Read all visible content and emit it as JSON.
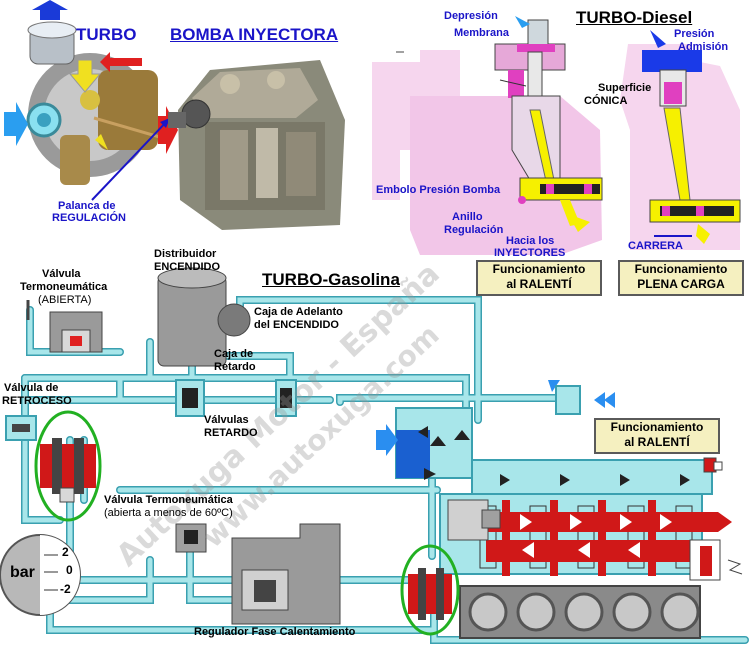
{
  "turbo_section": {
    "turbo_label": "TURBO",
    "bomba_label": "BOMBA INYECTORA",
    "palanca_line1": "Palanca de",
    "palanca_line2": "REGULACIÓN"
  },
  "diesel": {
    "title": "TURBO-Diesel",
    "depresion": "Depresión",
    "membrana": "Membrana",
    "presion": "Presión",
    "admision": "Admisión",
    "superficie": "Superficie",
    "conica": "CÓNICA",
    "embolo": "Embolo Presión Bomba",
    "anillo": "Anillo",
    "regulacion": "Regulación",
    "hacia": "Hacia los",
    "inyectores": "INYECTORES",
    "carrera": "CARRERA",
    "box_ralenti_line1": "Funcionamiento",
    "box_ralenti_line2": "al  RALENTÍ",
    "box_plena_line1": "Funcionamiento",
    "box_plena_line2": "PLENA CARGA"
  },
  "gasolina": {
    "title": "TURBO-Gasolina",
    "distribuidor_line1": "Distribuidor",
    "distribuidor_line2": "ENCENDIDO",
    "caja_adelanto_line1": "Caja de Adelanto",
    "caja_adelanto_line2": "del ENCENDIDO",
    "caja_retardo_line1": "Caja de",
    "caja_retardo_line2": "Retardo",
    "valvulas_line1": "Válvulas",
    "valvulas_line2": "RETARDO",
    "termo1_line1": "Válvula",
    "termo1_line2": "Termoneumática",
    "termo1_line3": "(ABIERTA)",
    "retroceso_line1": "Válvula de",
    "retroceso_line2": "RETROCESO",
    "termo2_line1": "Válvula Termoneumática",
    "termo2_line2": "(abierta a menos de 60ºC)",
    "regulador": "Regulador Fase Calentamiento",
    "box_line1": "Funcionamiento",
    "box_line2": "al RALENTÍ",
    "gauge_unit": "bar",
    "gauge_ticks": [
      "2",
      "0",
      "-2"
    ]
  },
  "watermark": {
    "line1": "Autoxuga Motor - España",
    "line2": "www.autoxuga.com"
  },
  "colors": {
    "pipe": "#a8e6ea",
    "pipe_edge": "#3aa0b0",
    "label_blue": "#1a14c8",
    "arrow_blue": "#2a8ef0",
    "arrow_red": "#e02020",
    "engine_red": "#d01818",
    "diesel_pink": "#f2c6e8",
    "magenta": "#e040c0",
    "yellow": "#f6f000",
    "green_circle": "#22b022",
    "box_fill": "#f5f0c0"
  }
}
